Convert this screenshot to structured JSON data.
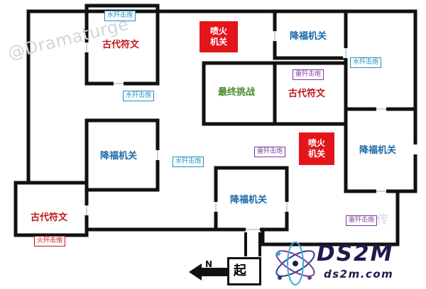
{
  "watermark": {
    "author": "@Dramaturge",
    "partial": "… 传"
  },
  "rooms": {
    "ancient_top_left": "古代符文",
    "trap_top": [
      "喷火",
      "机关"
    ],
    "blessing_top_right": "降福机关",
    "final_challenge": "最终挑战",
    "ancient_center": "古代符文",
    "blessing_left": "降福机关",
    "trap_center": [
      "喷火",
      "机关"
    ],
    "blessing_right": "降福机关",
    "blessing_bottom": "降福机关",
    "ancient_bottom_left": "古代符文"
  },
  "tags": {
    "water_1": "水歼击炮",
    "water_2": "水歼击炮",
    "water_3": "水歼击炮",
    "water_4": "水歼击炮",
    "thunder_1": "雷歼击炮",
    "thunder_2": "雷歼击炮",
    "thunder_3": "雷歼击炮",
    "fire_1": "火歼击炮"
  },
  "start": {
    "label": "起",
    "north": "N"
  },
  "logo": {
    "main": "DS2M",
    "sub": "ds2m.com"
  },
  "colors": {
    "wall": "#111111",
    "trap": "#e3151b",
    "ancient": "#c0151b",
    "blessing": "#1b6aa8",
    "final": "#4b8c2a"
  }
}
